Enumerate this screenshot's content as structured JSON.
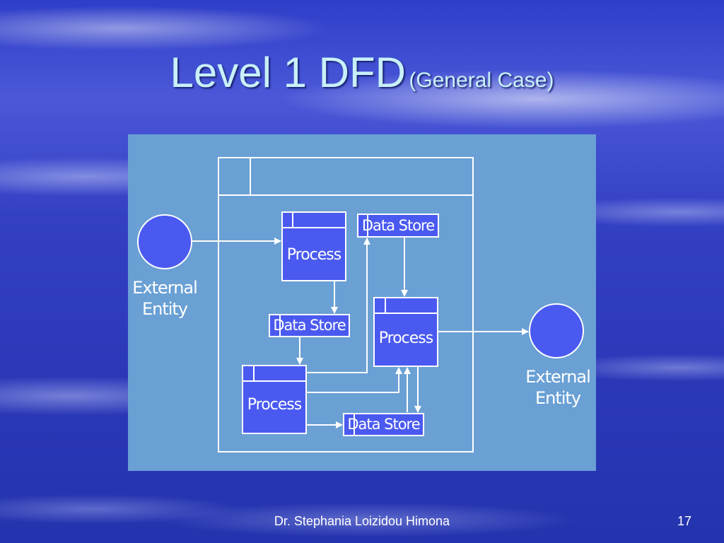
{
  "slide": {
    "title": "Level 1 DFD",
    "subtitle": "(General Case)",
    "author": "Dr. Stephania Loizidou Himona",
    "page_number": "17"
  },
  "diagram": {
    "entity_left_label": [
      "External",
      "Entity"
    ],
    "entity_right_label": [
      "External",
      "Entity"
    ],
    "process_label": "Process",
    "store_label": "Data Store"
  },
  "colors": {
    "node_fill": "#4a5af0",
    "line": "#ffffff",
    "diagram_bg": "#6aa0d4",
    "title_text": "#c8f0f8"
  }
}
